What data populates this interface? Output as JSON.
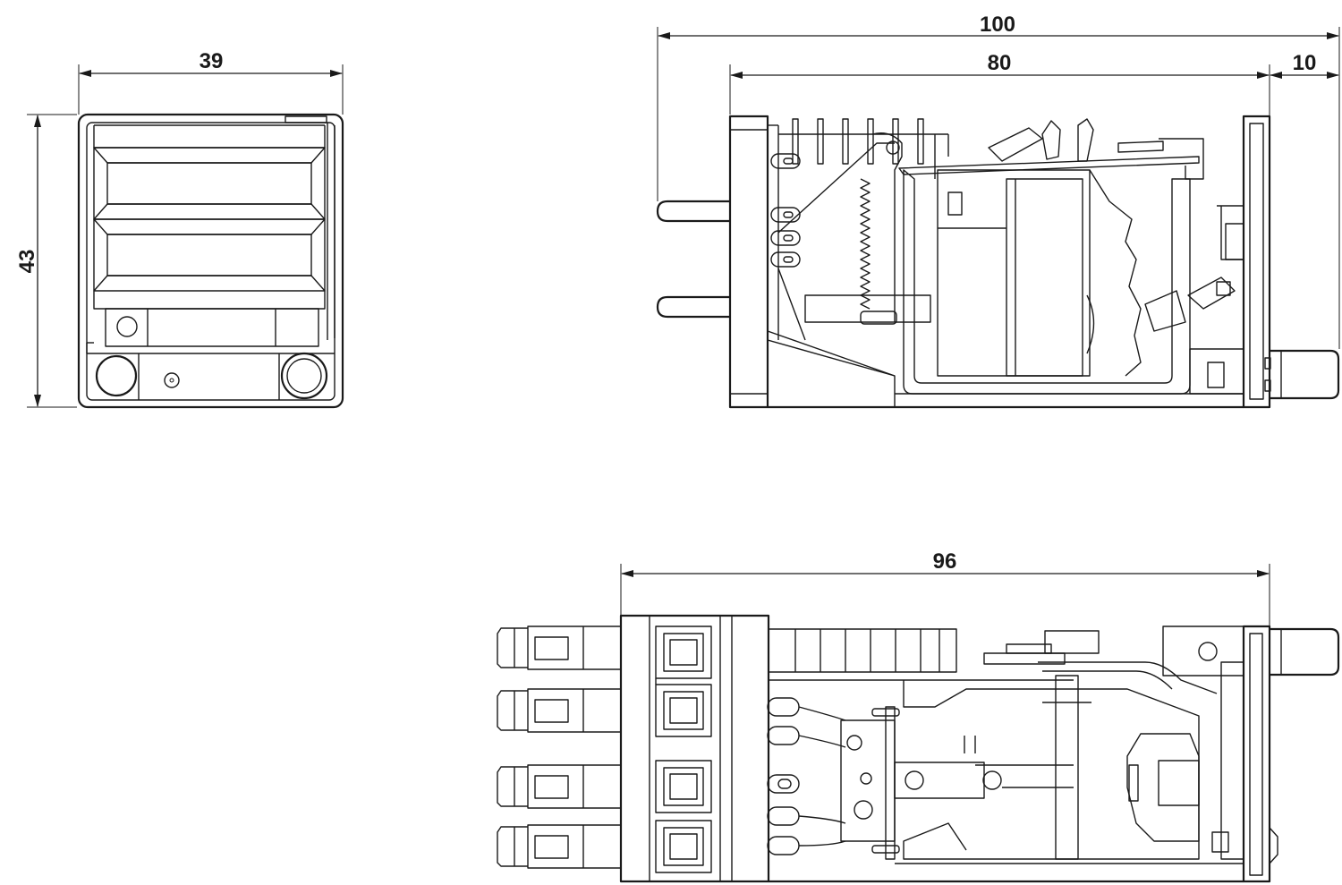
{
  "dimensions": {
    "front_width": "39",
    "front_height": "43",
    "side_overall_length": "100",
    "side_body_length": "80",
    "side_button_length": "10",
    "bottom_length": "96"
  }
}
